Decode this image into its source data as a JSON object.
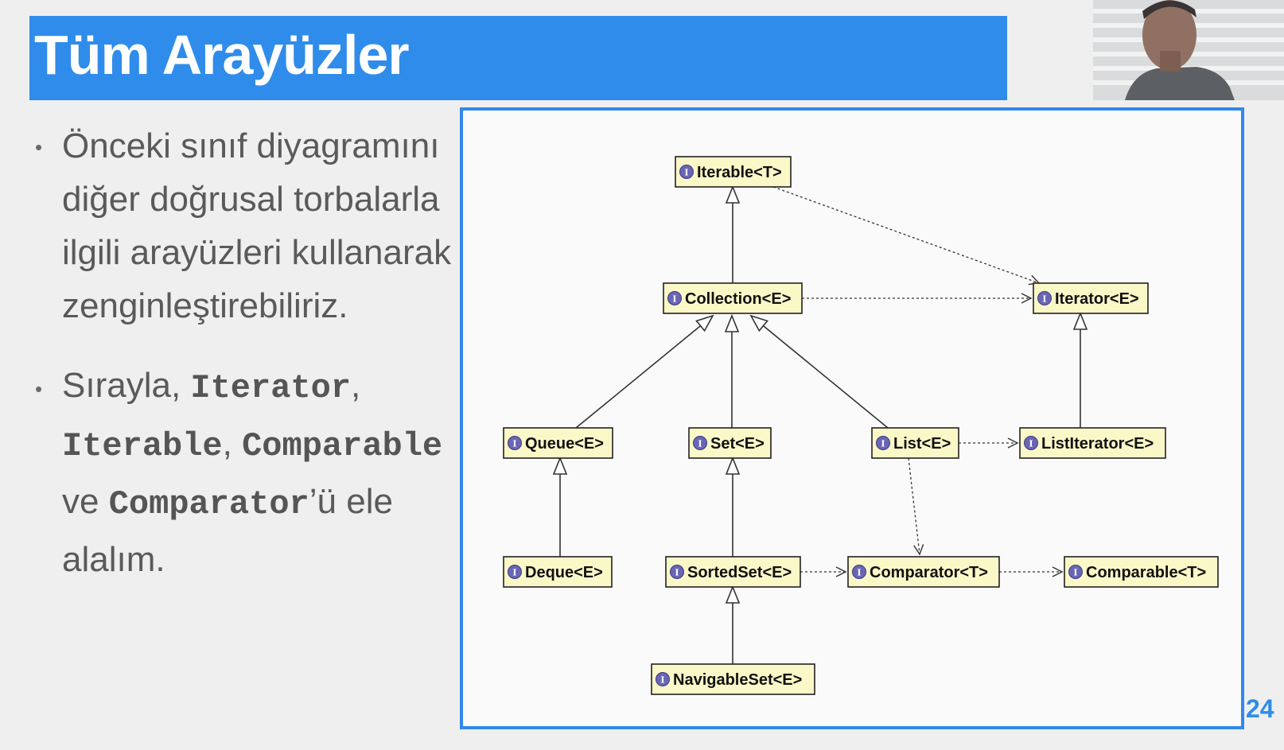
{
  "slide": {
    "title": "Tüm Arayüzler",
    "page_number": "24",
    "bullets": [
      {
        "text": "Önceki sınıf diyagramını diğer doğrusal torbalarla ilgili arayüzleri kullanarak zenginleştirebiliriz."
      },
      {
        "intro": "Sırayla, ",
        "code1": "Iterator",
        "sep1": ", ",
        "code2": "Iterable",
        "sep2": ", ",
        "code3": "Comparable",
        "sep3": " ve ",
        "code4": "Comparator",
        "suffix": "’ü ele alalım."
      }
    ]
  },
  "diagram": {
    "icon_letter": "I",
    "colors": {
      "box_fill": "#fbf8c8",
      "box_border": "#222222",
      "icon_fill": "#6a66b6",
      "line": "#333333"
    },
    "nodes": [
      {
        "id": "iterable",
        "label": "Iterable<T>"
      },
      {
        "id": "collection",
        "label": "Collection<E>"
      },
      {
        "id": "iterator",
        "label": "Iterator<E>"
      },
      {
        "id": "queue",
        "label": "Queue<E>"
      },
      {
        "id": "set",
        "label": "Set<E>"
      },
      {
        "id": "list",
        "label": "List<E>"
      },
      {
        "id": "listiterator",
        "label": "ListIterator<E>"
      },
      {
        "id": "deque",
        "label": "Deque<E>"
      },
      {
        "id": "sortedset",
        "label": "SortedSet<E>"
      },
      {
        "id": "comparator",
        "label": "Comparator<T>"
      },
      {
        "id": "comparable",
        "label": "Comparable<T>"
      },
      {
        "id": "navigableset",
        "label": "NavigableSet<E>"
      }
    ],
    "edges": [
      {
        "from": "collection",
        "to": "iterable",
        "kind": "extends"
      },
      {
        "from": "queue",
        "to": "collection",
        "kind": "extends"
      },
      {
        "from": "set",
        "to": "collection",
        "kind": "extends"
      },
      {
        "from": "list",
        "to": "collection",
        "kind": "extends"
      },
      {
        "from": "deque",
        "to": "queue",
        "kind": "extends"
      },
      {
        "from": "sortedset",
        "to": "set",
        "kind": "extends"
      },
      {
        "from": "navigableset",
        "to": "sortedset",
        "kind": "extends"
      },
      {
        "from": "listiterator",
        "to": "iterator",
        "kind": "extends"
      },
      {
        "from": "iterable",
        "to": "iterator",
        "kind": "uses"
      },
      {
        "from": "collection",
        "to": "iterator",
        "kind": "uses"
      },
      {
        "from": "list",
        "to": "listiterator",
        "kind": "uses"
      },
      {
        "from": "list",
        "to": "comparator",
        "kind": "uses"
      },
      {
        "from": "sortedset",
        "to": "comparator",
        "kind": "uses"
      },
      {
        "from": "comparator",
        "to": "comparable",
        "kind": "uses"
      }
    ]
  }
}
